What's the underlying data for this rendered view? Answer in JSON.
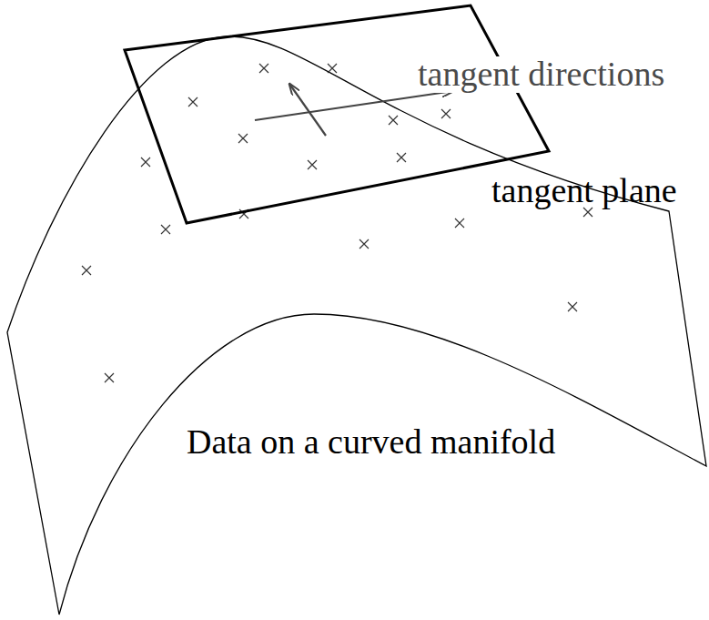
{
  "diagram": {
    "labels": [
      "tangent directions",
      "tangent plane",
      "Data on a curved manifold"
    ]
  }
}
